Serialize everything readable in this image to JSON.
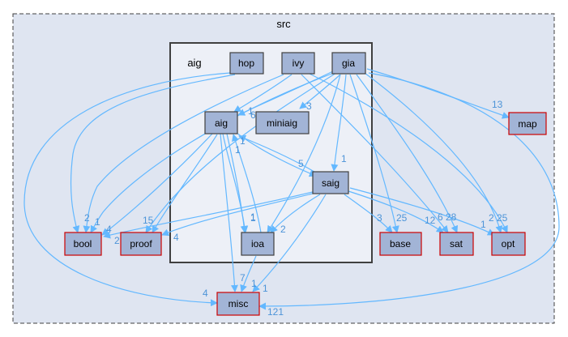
{
  "clusters": {
    "outer": {
      "label": "src"
    },
    "inner": {
      "label": "aig"
    }
  },
  "colors": {
    "edge": "#63b8ff",
    "edge_label": "#4d94d8",
    "node_fill": "#a2b4d6",
    "node_stroke": "#404040",
    "ext_stroke": "#cc0000",
    "outer_fill": "#dfe5f1",
    "inner_fill": "#edf0f7"
  },
  "nodes": {
    "hop": "hop",
    "ivy": "ivy",
    "gia": "gia",
    "aig": "aig",
    "miniaig": "miniaig",
    "saig": "saig",
    "ioa": "ioa",
    "bool": "bool",
    "proof": "proof",
    "base": "base",
    "sat": "sat",
    "opt": "opt",
    "map": "map",
    "misc": "misc"
  },
  "edge_labels": {
    "gia_map": "13",
    "ivy_aig": "1",
    "gia_aig": "6",
    "gia_miniaig": "3",
    "saig_aig": "5",
    "aig_saig": "1",
    "aig_ioa_up": "1",
    "ioa_aig": "1",
    "gia_saig": "1",
    "hop_bool": "2",
    "ivy_bool": "1",
    "aig_bool": "4",
    "saig_bool": "2",
    "gia_proof": "15",
    "saig_proof": "4",
    "aig_ioa": "1",
    "saig_ioa": "2",
    "saig_base": "3",
    "gia_base": "25",
    "saig_sat": "12",
    "ivy_sat": "6",
    "gia_sat": "28",
    "saig_opt": "1",
    "gia_opt": "2",
    "ivy_opt": "25",
    "hop_misc": "4",
    "ioa_misc": "7",
    "aig_misc": "1",
    "saig_misc": "1",
    "gia_misc": "121"
  }
}
